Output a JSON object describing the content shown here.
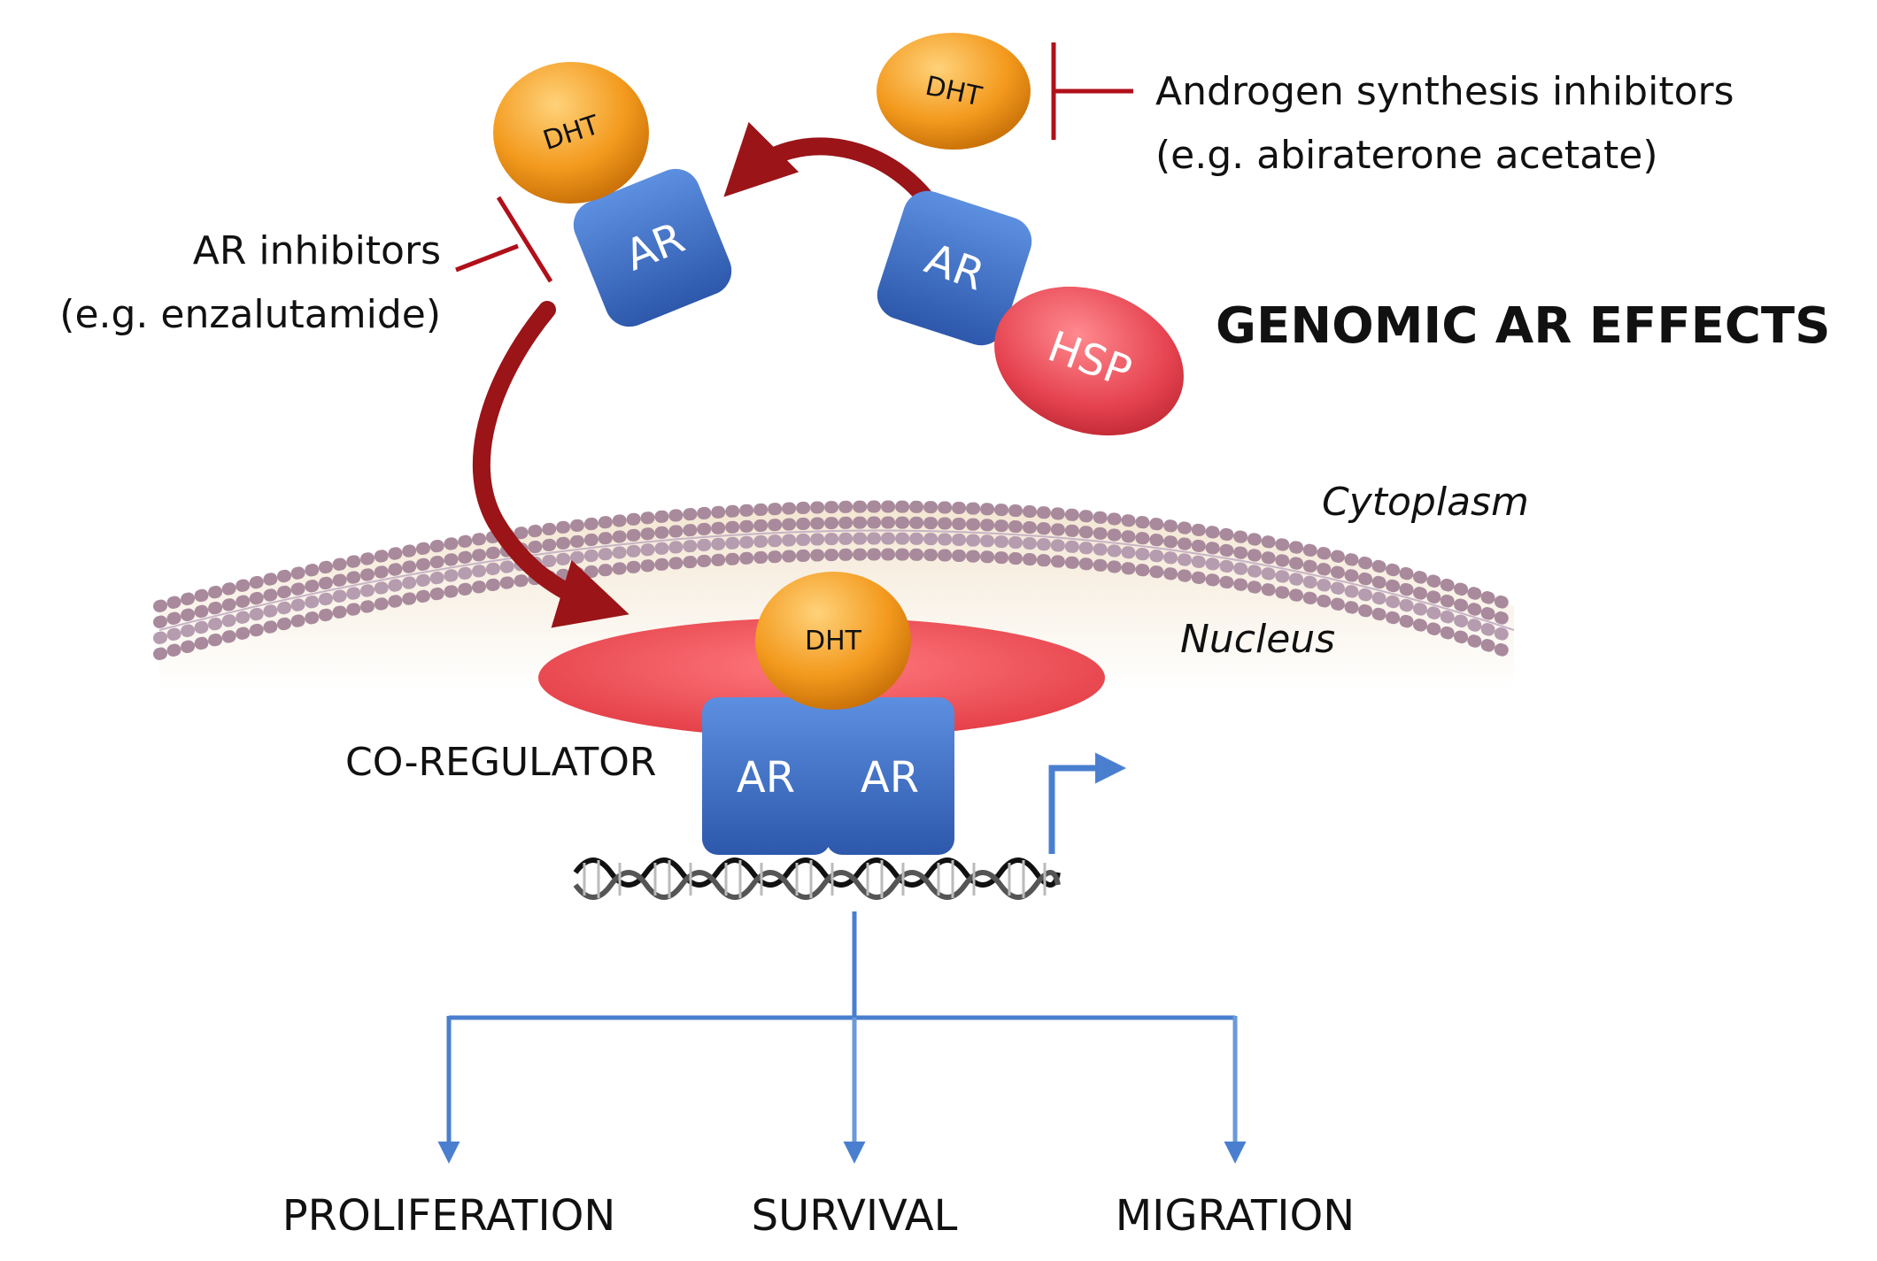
{
  "title": "GENOMIC AR EFFECTS",
  "labels": {
    "cytoplasm": "Cytoplasm",
    "nucleus": "Nucleus",
    "co_regulator": "CO-REGULATOR",
    "ar_inhibitors_line1": "AR inhibitors",
    "ar_inhibitors_line2": "(e.g. enzalutamide)",
    "androgen_line1": "Androgen synthesis inhibitors",
    "androgen_line2": "(e.g. abiraterone acetate)"
  },
  "molecules": {
    "dht": "DHT",
    "ar": "AR",
    "hsp": "HSP"
  },
  "outcomes": [
    "PROLIFERATION",
    "SURVIVAL",
    "MIGRATION"
  ],
  "colors": {
    "dht": "#f39a1e",
    "ar": "#3f6fc9",
    "hsp": "#e5424f",
    "coregulator": "#e8474f",
    "curved_arrow": "#9a1418",
    "inhibitor": "#b0101a",
    "branch_arrow": "#4a7fcf",
    "membrane": "#a98a9c"
  }
}
